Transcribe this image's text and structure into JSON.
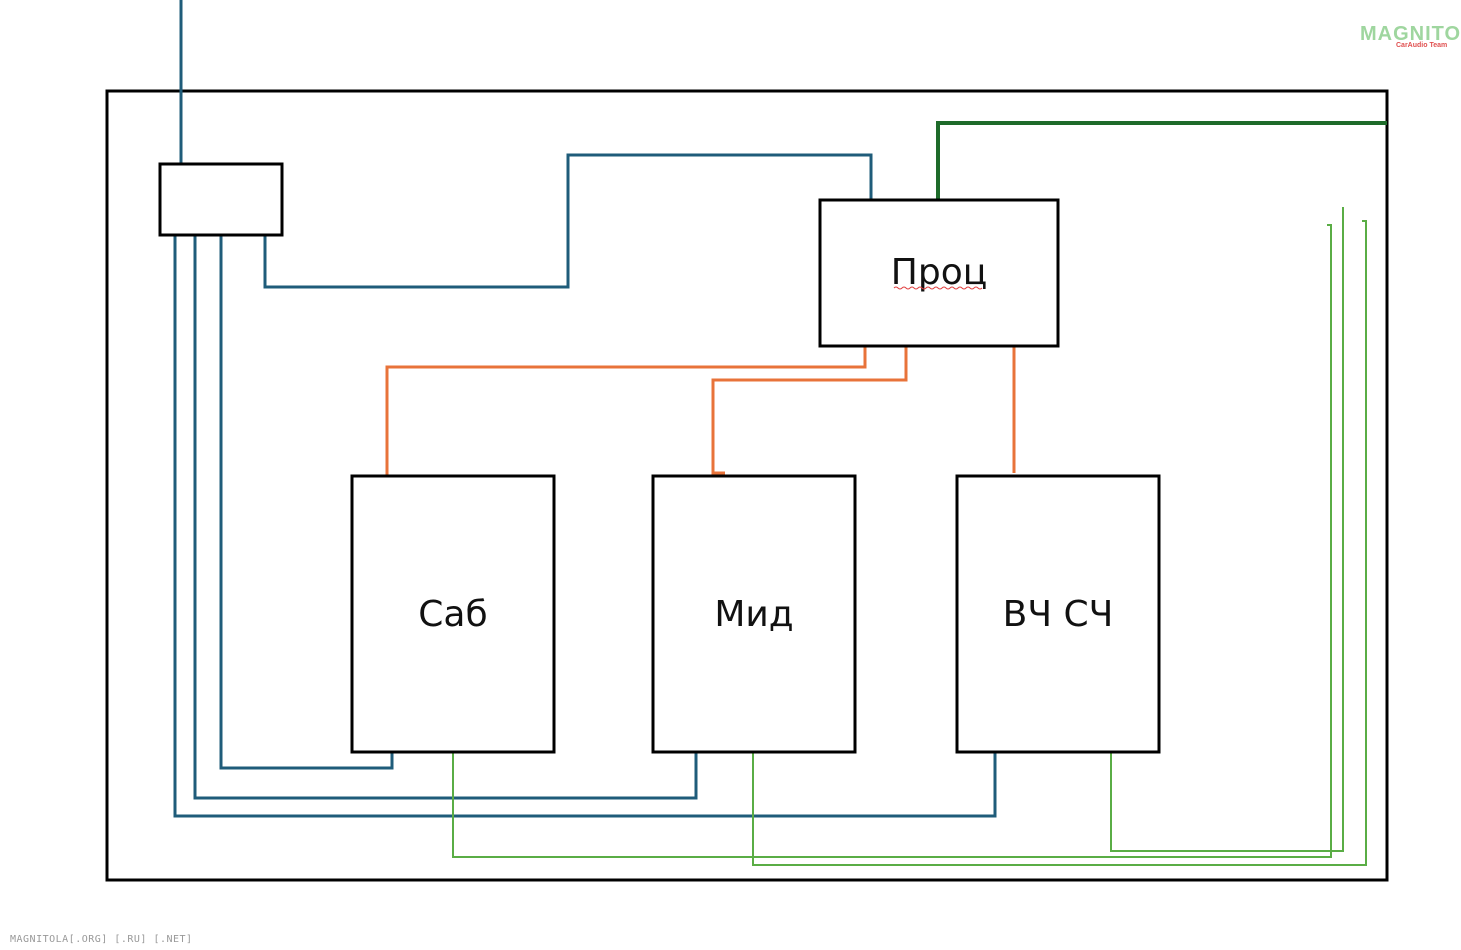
{
  "watermark": {
    "brand": "MAGNITOLA",
    "team": "CarAudio Team"
  },
  "boxes": {
    "proc": "Проц",
    "sub": "Саб",
    "mid": "Мид",
    "hf": "ВЧ СЧ"
  },
  "footer": "MAGNITOLA[.ORG] [.RU] [.NET]",
  "colors": {
    "power": "#1f5c7a",
    "signal": "#e8733a",
    "speaker": "#5aad45",
    "remote": "#1e6b2a"
  }
}
